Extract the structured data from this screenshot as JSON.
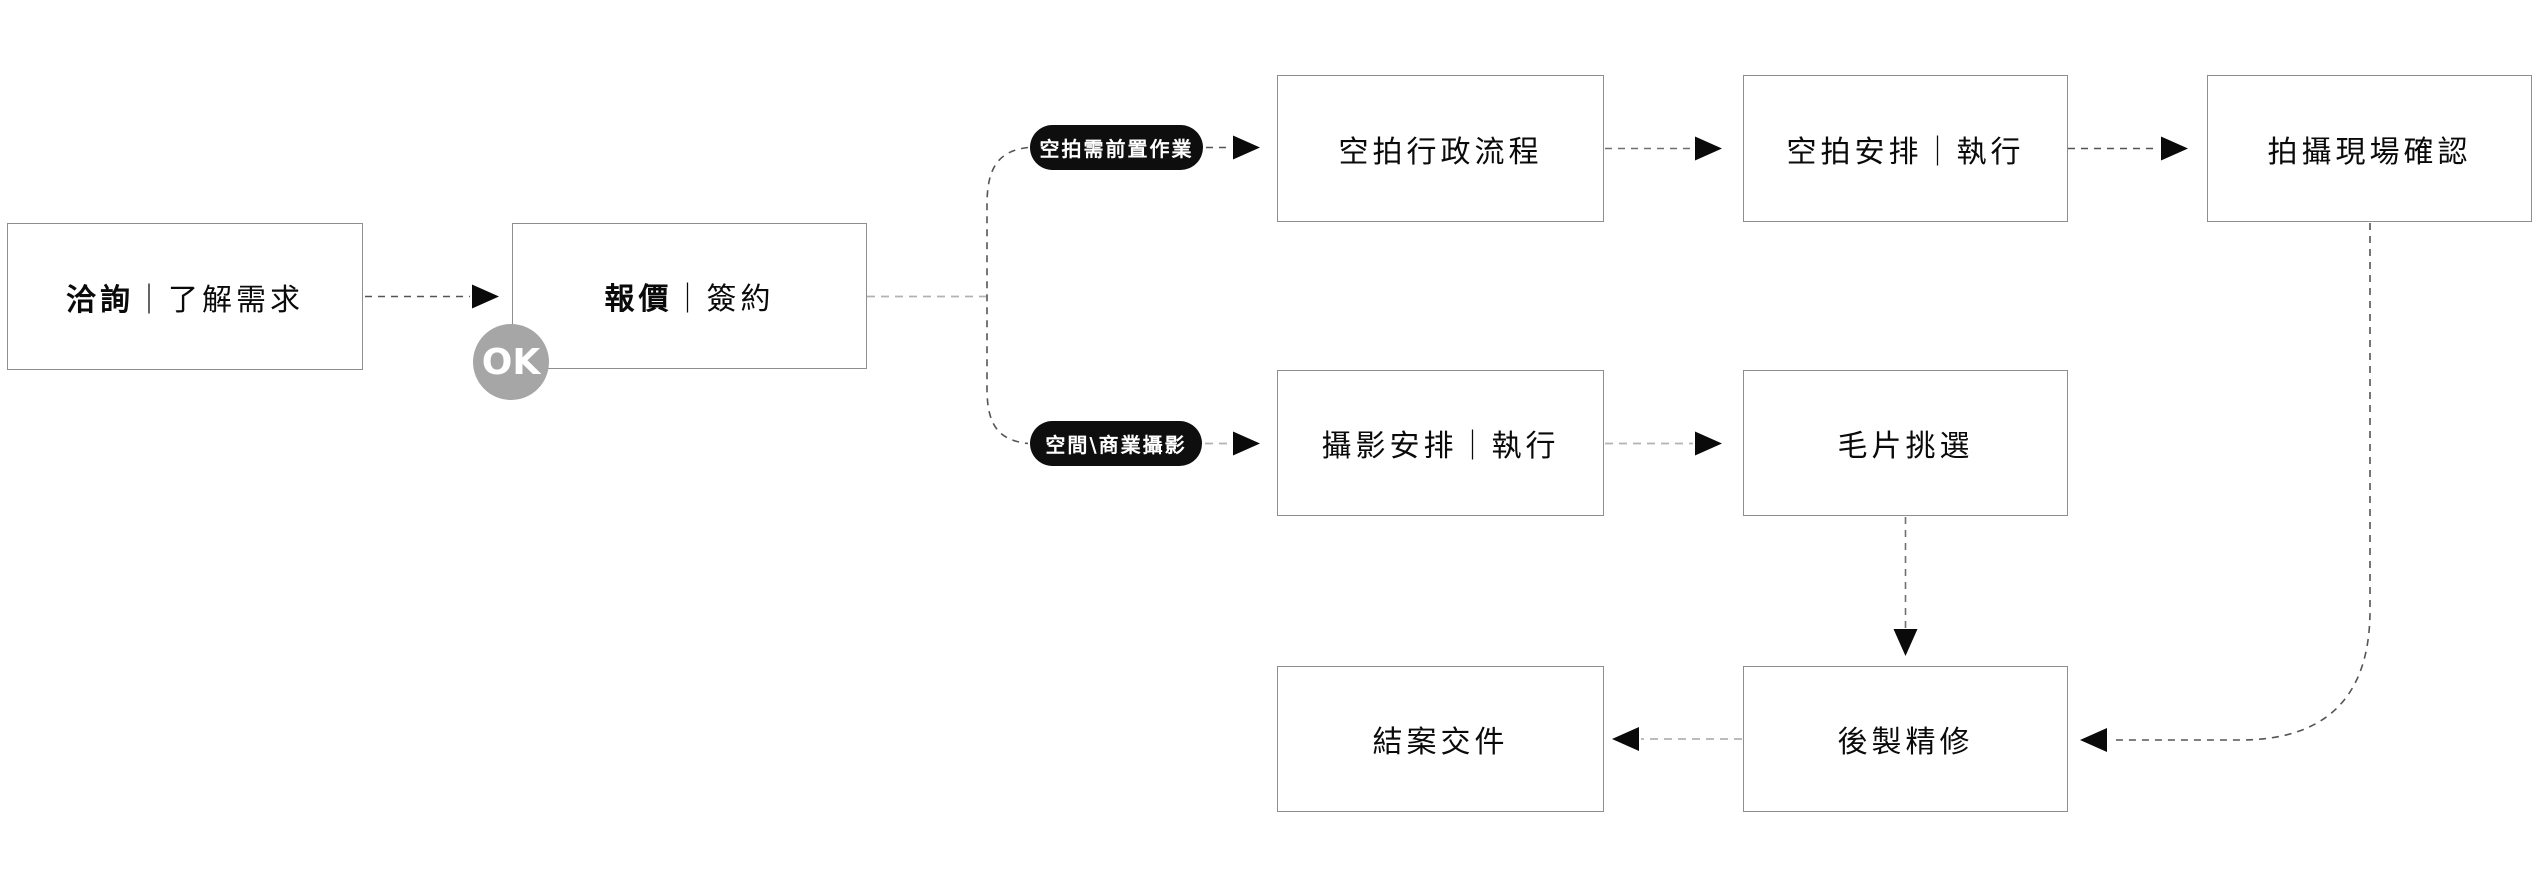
{
  "diagram": {
    "nodes": [
      {
        "bold": "洽詢",
        "rest": "｜了解需求"
      },
      {
        "bold": "報價",
        "rest": "｜簽約"
      },
      {
        "label": "空拍行政流程"
      },
      {
        "label": "空拍安排｜執行"
      },
      {
        "label": "拍攝現場確認"
      },
      {
        "label": "攝影安排｜執行"
      },
      {
        "label": "毛片挑選"
      },
      {
        "label": "結案交件"
      },
      {
        "label": "後製精修"
      }
    ],
    "branch_labels": [
      {
        "label": "空拍需前置作業"
      },
      {
        "label": "空間\\商業攝影"
      }
    ],
    "ok_badge": {
      "label": "OK"
    },
    "colors": {
      "pill_background": "#0e0e0e",
      "badge_background": "#a6a6a6",
      "box_border": "#8e8e8e",
      "line_dark": "#555555",
      "line_medium": "#707070",
      "line_light": "#b3b3b3",
      "arrowhead": "#0a0a0a"
    }
  }
}
